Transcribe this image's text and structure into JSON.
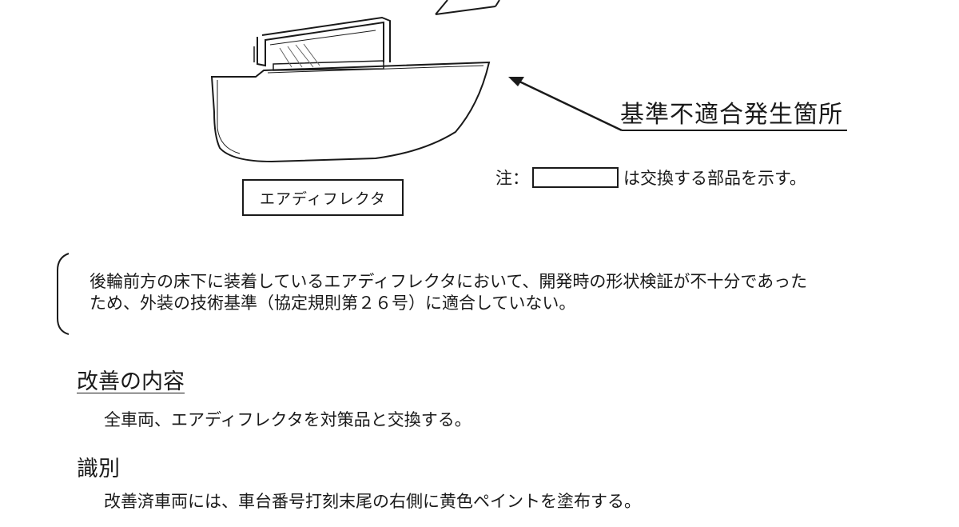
{
  "figure": {
    "part_label": "エアディフレクタ",
    "callout_label": "基準不適合発生箇所",
    "note_prefix": "注：",
    "note_suffix": "は交換する部品を示す。"
  },
  "cause": {
    "line1": "後輪前方の床下に装着しているエアディフレクタにおいて、開発時の形状検証が不十分であった",
    "line2": "ため、外装の技術基準（協定規則第２６号）に適合していない。"
  },
  "improvement": {
    "title": "改善の内容",
    "text": "全車両、エアディフレクタを対策品と交換する。"
  },
  "identification": {
    "title": "識別",
    "text": "改善済車両には、車台番号打刻末尾の右側に黄色ペイントを塗布する。"
  }
}
